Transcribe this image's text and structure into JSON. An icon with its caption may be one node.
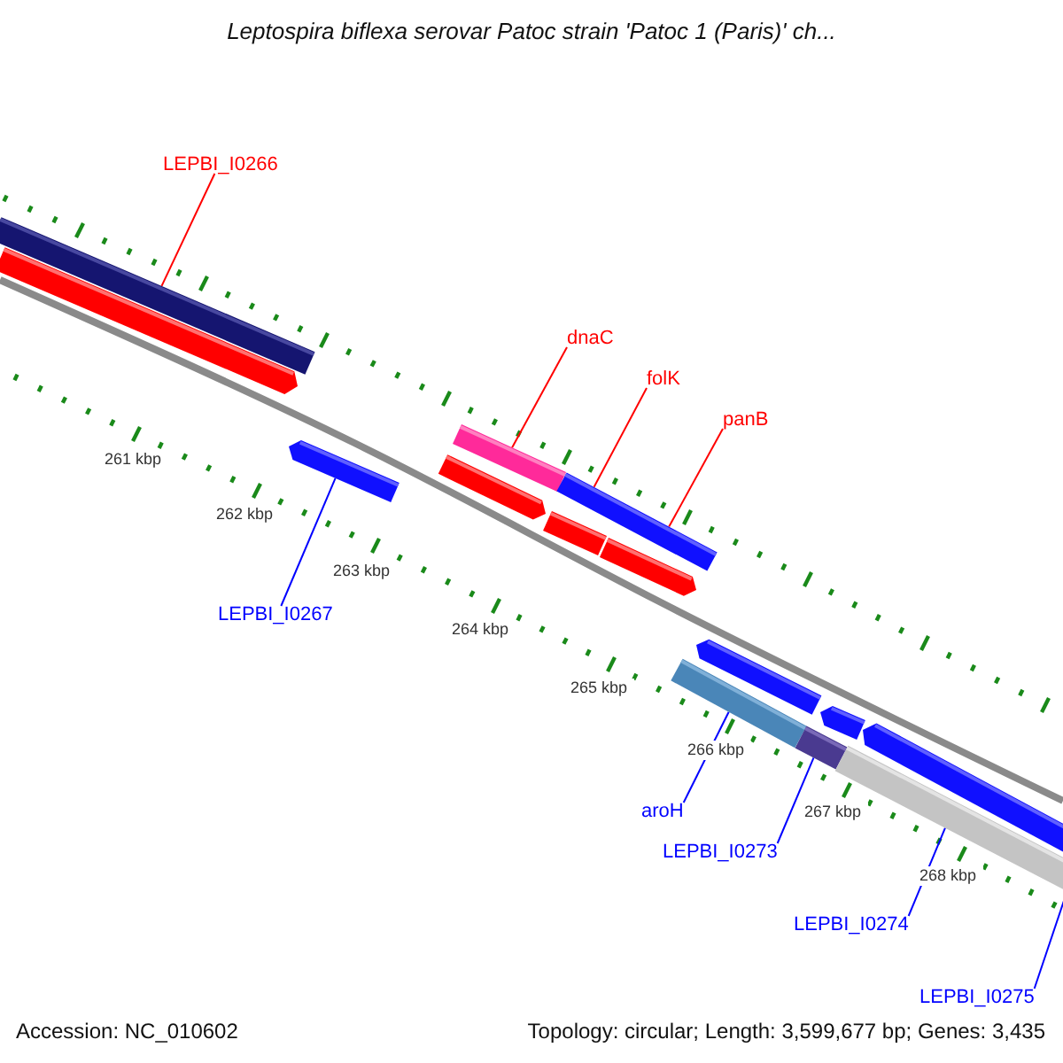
{
  "diagram": {
    "title": "Leptospira biflexa serovar Patoc strain 'Patoc 1 (Paris)' ch...",
    "nodes": [
      {
        "text": [
          "LEPBI_I0266"
        ]
      },
      {
        "text": [],
        "shape": "bar"
      },
      {
        "text": [
          "dnaC"
        ]
      },
      {
        "text": [
          "folK"
        ]
      },
      {
        "text": [
          "panB"
        ]
      },
      {
        "text": [],
        "shape": "bar"
      },
      {
        "text": [],
        "shape": "bar"
      },
      {
        "text": [
          "LEPBI_I0267"
        ]
      },
      {
        "text": [],
        "shape": "bar"
      },
      {
        "text": [
          "aroH"
        ]
      },
      {
        "text": [],
        "shape": "bar"
      },
      {
        "text": [
          "LEPBI_I0273"
        ]
      },
      {
        "text": [],
        "shape": "bar"
      },
      {
        "text": [
          "LEPBI_I0274"
        ]
      },
      {
        "text": [],
        "shape": "bar"
      },
      {
        "text": [
          "LEPBI_I0275"
        ]
      }
    ],
    "edges": [
      {
        "from": 0,
        "to": 1,
        "arrow": "none",
        "color": "#ff0000"
      },
      {
        "from": 2,
        "to": 5,
        "arrow": "none",
        "color": "#ff0000"
      },
      {
        "from": 3,
        "to": 6,
        "arrow": "none",
        "color": "#ff0000"
      },
      {
        "from": 4,
        "to": 6,
        "arrow": "none",
        "color": "#ff0000"
      },
      {
        "from": 7,
        "to": 8,
        "arrow": "none"
      },
      {
        "from": 9,
        "to": 10,
        "arrow": "none"
      },
      {
        "from": 11,
        "to": 12,
        "arrow": "none"
      },
      {
        "from": 13,
        "to": 14,
        "arrow": "none"
      },
      {
        "from": 15,
        "to": 14,
        "arrow": "none"
      }
    ],
    "labels": [
      "261 kbp",
      "262 kbp",
      "263 kbp",
      "264 kbp",
      "265 kbp",
      "266 kbp",
      "267 kbp",
      "268 kbp",
      "Accession: NC_010602",
      "Topology: circular; Length: 3,599,677 bp; Genes: 3,435"
    ]
  }
}
